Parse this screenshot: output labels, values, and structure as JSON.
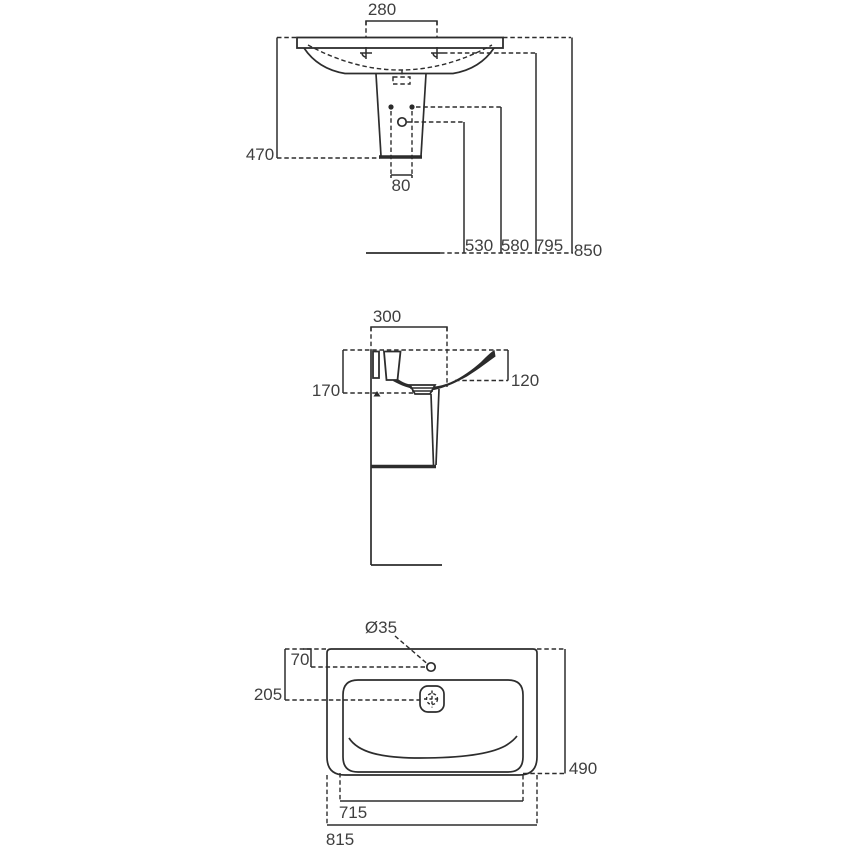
{
  "meta": {
    "background_color": "#ffffff",
    "line_color": "#2d2d2d",
    "text_color": "#3f3f3f",
    "drawing_type": "washbasin technical dimension drawing, three orthographic views"
  },
  "front_view": {
    "dim_taphole_spacing": "280",
    "dim_rim_to_pedestal_bottom": "470",
    "dim_trap_hole_spacing": "80",
    "dim_height_530": "530",
    "dim_height_580": "580",
    "dim_height_795": "795",
    "dim_height_850": "850"
  },
  "side_view": {
    "dim_depth": "300",
    "dim_front_drop": "170",
    "dim_front_edge_height": "120"
  },
  "plan_view": {
    "dim_taphole_diameter": "Ø35",
    "dim_taphole_offset": "70",
    "dim_drain_offset": "205",
    "dim_total_depth": "490",
    "dim_bowl_width": "715",
    "dim_total_width": "815"
  }
}
